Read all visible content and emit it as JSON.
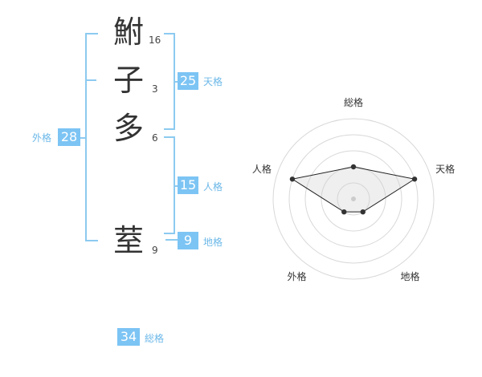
{
  "name": {
    "chars": [
      {
        "char": "鮒",
        "strokes": "16"
      },
      {
        "char": "子",
        "strokes": "3"
      },
      {
        "char": "多",
        "strokes": "6"
      },
      {
        "char": "荎",
        "strokes": "9"
      }
    ]
  },
  "kakusu": {
    "tenkaku": {
      "value": "25",
      "label": "天格"
    },
    "jinkaku": {
      "value": "15",
      "label": "人格"
    },
    "chikaku": {
      "value": "9",
      "label": "地格"
    },
    "gaikaku": {
      "value": "28",
      "label": "外格"
    },
    "soukaku": {
      "value": "34",
      "label": "総格"
    }
  },
  "colors": {
    "accent": "#7cc4f4",
    "bracket": "#8ccaf0",
    "label": "#6cb8e8",
    "text": "#333333"
  },
  "chart_data": {
    "type": "radar",
    "axes": [
      "総格",
      "天格",
      "地格",
      "外格",
      "人格"
    ],
    "values": [
      2,
      4,
      1,
      1,
      4
    ],
    "max": 5,
    "rings": 5
  }
}
